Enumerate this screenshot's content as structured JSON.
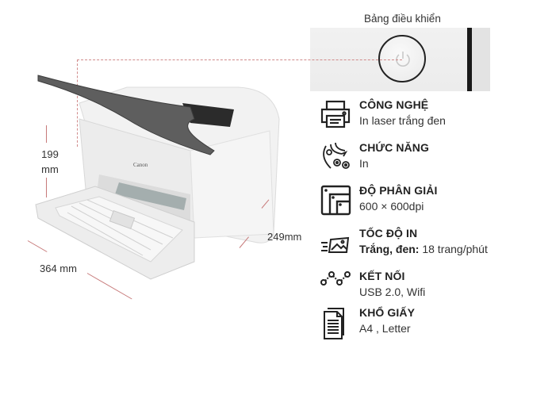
{
  "control_panel": {
    "caption": "Bảng điều khiển",
    "power_button_icon": "power-icon"
  },
  "dimensions": {
    "height_value": "199",
    "height_unit": "mm",
    "width": "364 mm",
    "depth": "249mm"
  },
  "product": {
    "brand_logo": "Canon",
    "image": "laser-printer-photo"
  },
  "features": [
    {
      "icon": "printer-icon",
      "title": "CÔNG NGHỆ",
      "value": "In laser trắng đen"
    },
    {
      "icon": "gears-flow-icon",
      "title": "CHỨC NĂNG",
      "value": "In"
    },
    {
      "icon": "resolution-icon",
      "title": "ĐỘ PHÂN GIẢI",
      "value": "600 × 600dpi"
    },
    {
      "icon": "print-speed-icon",
      "title": "TỐC ĐỘ IN",
      "value_label": "Trắng, đen:",
      "value": "18 trang/phút"
    },
    {
      "icon": "connection-icon",
      "title": "KẾT NỐI",
      "value": "USB 2.0, Wifi"
    },
    {
      "icon": "paper-document-icon",
      "title": "KHỔ GIẤY",
      "value": "A4 , Letter"
    }
  ],
  "colors": {
    "dimension_line": "#c77a7a",
    "text": "#222222",
    "printer_body": "#f3f3f3",
    "printer_cover": "#5e5e5e"
  }
}
